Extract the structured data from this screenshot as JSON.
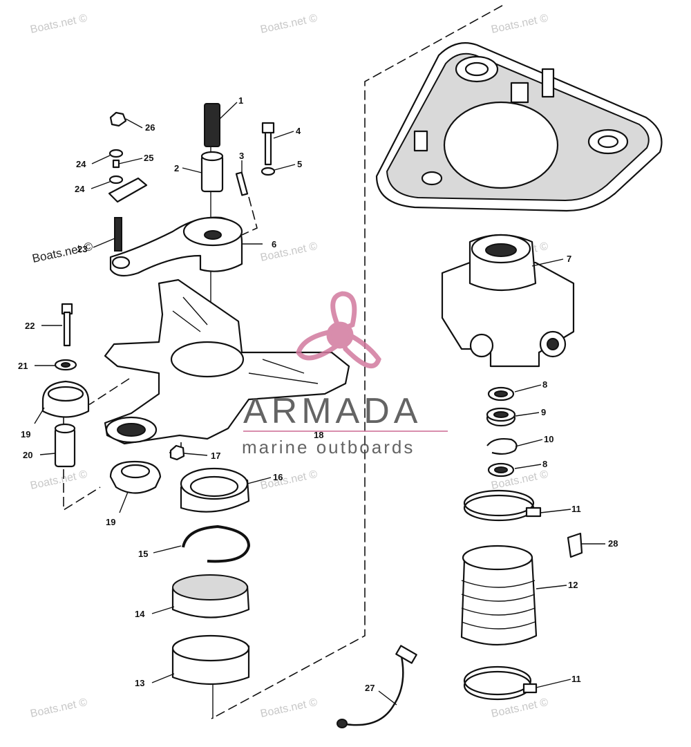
{
  "watermark_text": "Boats.net ©",
  "brand": {
    "name": "ARMADA",
    "tagline": "marine outboards",
    "color": "#d27a9e"
  },
  "callouts": {
    "c1": "1",
    "c2": "2",
    "c3": "3",
    "c4": "4",
    "c5": "5",
    "c6": "6",
    "c7": "7",
    "c8a": "8",
    "c8b": "8",
    "c9": "9",
    "c10": "10",
    "c11a": "11",
    "c11b": "11",
    "c12": "12",
    "c13": "13",
    "c14": "14",
    "c15": "15",
    "c16": "16",
    "c17": "17",
    "c18": "18",
    "c19a": "19",
    "c19b": "19",
    "c20": "20",
    "c21": "21",
    "c22": "22",
    "c23": "23",
    "c24a": "24",
    "c24b": "24",
    "c25": "25",
    "c26": "26",
    "c27": "27",
    "c28": "28"
  }
}
